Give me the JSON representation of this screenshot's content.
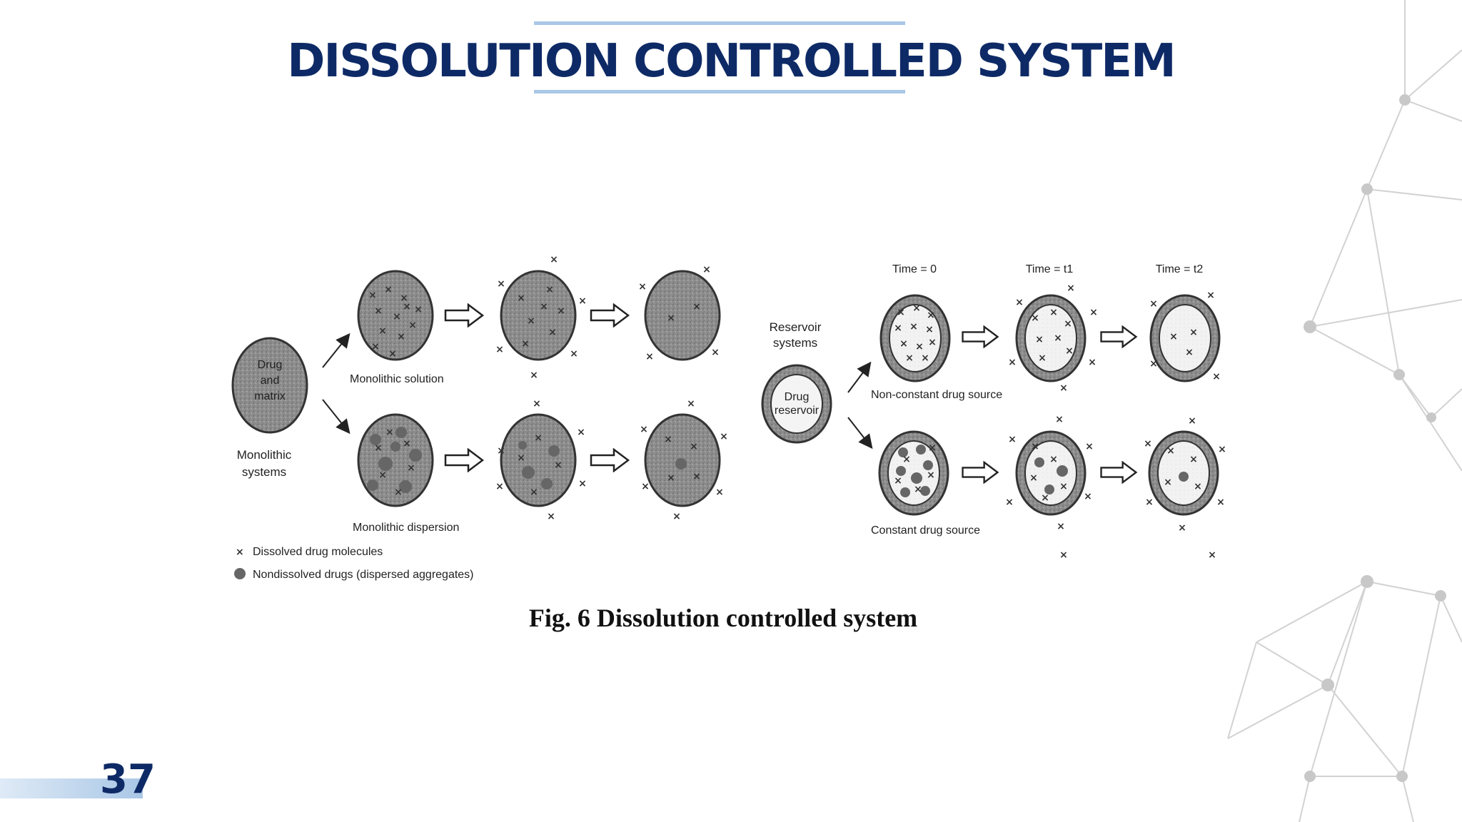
{
  "slide": {
    "title": "DISSOLUTION CONTROLLED SYSTEM",
    "caption": "Fig. 6 Dissolution controlled system",
    "page_number": "37"
  },
  "figure": {
    "monolithic": {
      "core_label_lines": [
        "Drug",
        "and",
        "matrix"
      ],
      "system_label_lines": [
        "Monolithic",
        "systems"
      ],
      "solution_label": "Monolithic solution",
      "dispersion_label": "Monolithic dispersion"
    },
    "reservoir": {
      "system_label_lines": [
        "Reservoir",
        "systems"
      ],
      "core_label_lines": [
        "Drug",
        "reservoir"
      ],
      "time_labels": [
        "Time = 0",
        "Time = t1",
        "Time = t2"
      ],
      "non_constant_label": "Non-constant drug source",
      "constant_label": "Constant drug source"
    },
    "legend": {
      "dissolved": "Dissolved drug molecules",
      "nondissolved": "Nondissolved drugs (dispersed aggregates)",
      "x_glyph": "×"
    }
  },
  "colors": {
    "title": "#0e2a66",
    "accent_line": "#a9c7e6",
    "matrix_fill": "#8a8a8a",
    "aggregate_fill": "#6e6e6e"
  }
}
